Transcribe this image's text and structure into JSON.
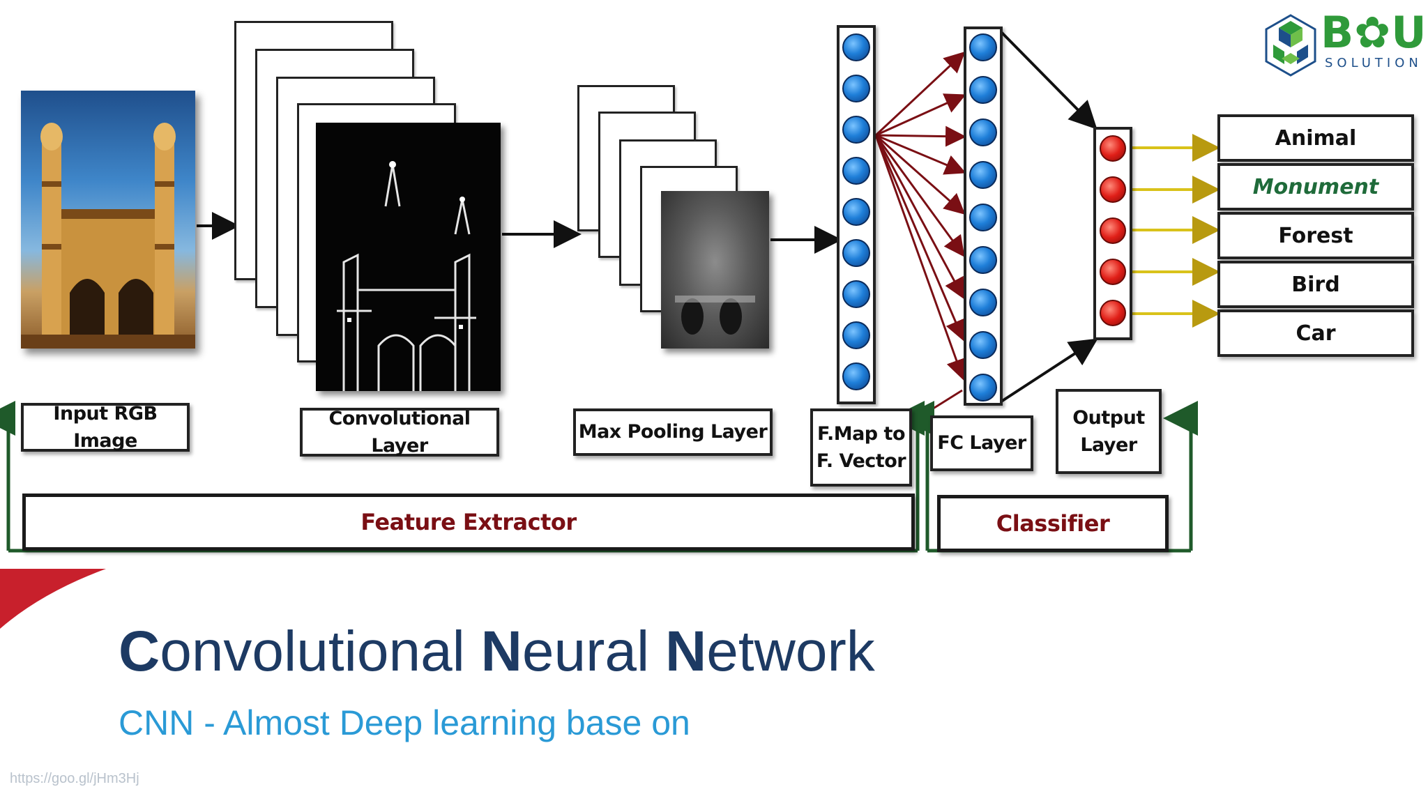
{
  "logo": {
    "brand": "B✿U",
    "tagline": "SOLUTION",
    "colors": {
      "green": "#2f9a3a",
      "blue": "#1d4f8a"
    }
  },
  "diagram": {
    "labels": {
      "input": "Input RGB Image",
      "conv": "Convolutional Layer",
      "pool": "Max Pooling Layer",
      "fmap_line1": "F.Map to",
      "fmap_line2": "F. Vector",
      "fc": "FC Layer",
      "output_line1": "Output",
      "output_line2": "Layer"
    },
    "sections": {
      "feature_extractor": "Feature Extractor",
      "classifier": "Classifier"
    },
    "classes": [
      "Animal",
      "Monument",
      "Forest",
      "Bird",
      "Car"
    ],
    "highlighted_class": "Monument",
    "node_counts": {
      "fmap_vector": 9,
      "fc_layer": 9,
      "output_layer": 5
    },
    "colors": {
      "section_text": "#7a0f14",
      "highlight_text": "#1f6b3a",
      "node_blue": "#1f7fd9",
      "node_red": "#e01f18",
      "bracket_green": "#1f5a2a",
      "edge_red": "#7a0f14",
      "edge_yellow": "#d9c21a"
    }
  },
  "slide": {
    "title_parts": [
      {
        "text": "C",
        "bold": true
      },
      {
        "text": "onvolutional ",
        "bold": false
      },
      {
        "text": "N",
        "bold": true
      },
      {
        "text": "eural ",
        "bold": false
      },
      {
        "text": "N",
        "bold": true
      },
      {
        "text": "etwork",
        "bold": false
      }
    ],
    "subtitle": "CNN - Almost Deep learning base on",
    "source_url": "https://goo.gl/jHm3Hj",
    "colors": {
      "title": "#1d3a63",
      "subtitle": "#2a9ad6",
      "accent": "#c8202c"
    }
  }
}
